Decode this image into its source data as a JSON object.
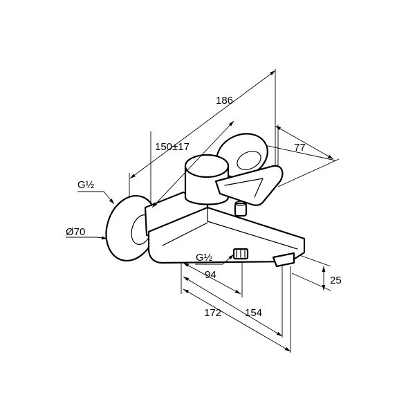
{
  "dimensions": {
    "overall_width": "186",
    "center_distance": "150±17",
    "depth": "77",
    "thread_top": "G½",
    "rosette_diameter": "Ø70",
    "thread_bottom": "G½",
    "outlet_offset": "94",
    "spout_height": "25",
    "projection_total": "172",
    "projection_spout": "154"
  }
}
